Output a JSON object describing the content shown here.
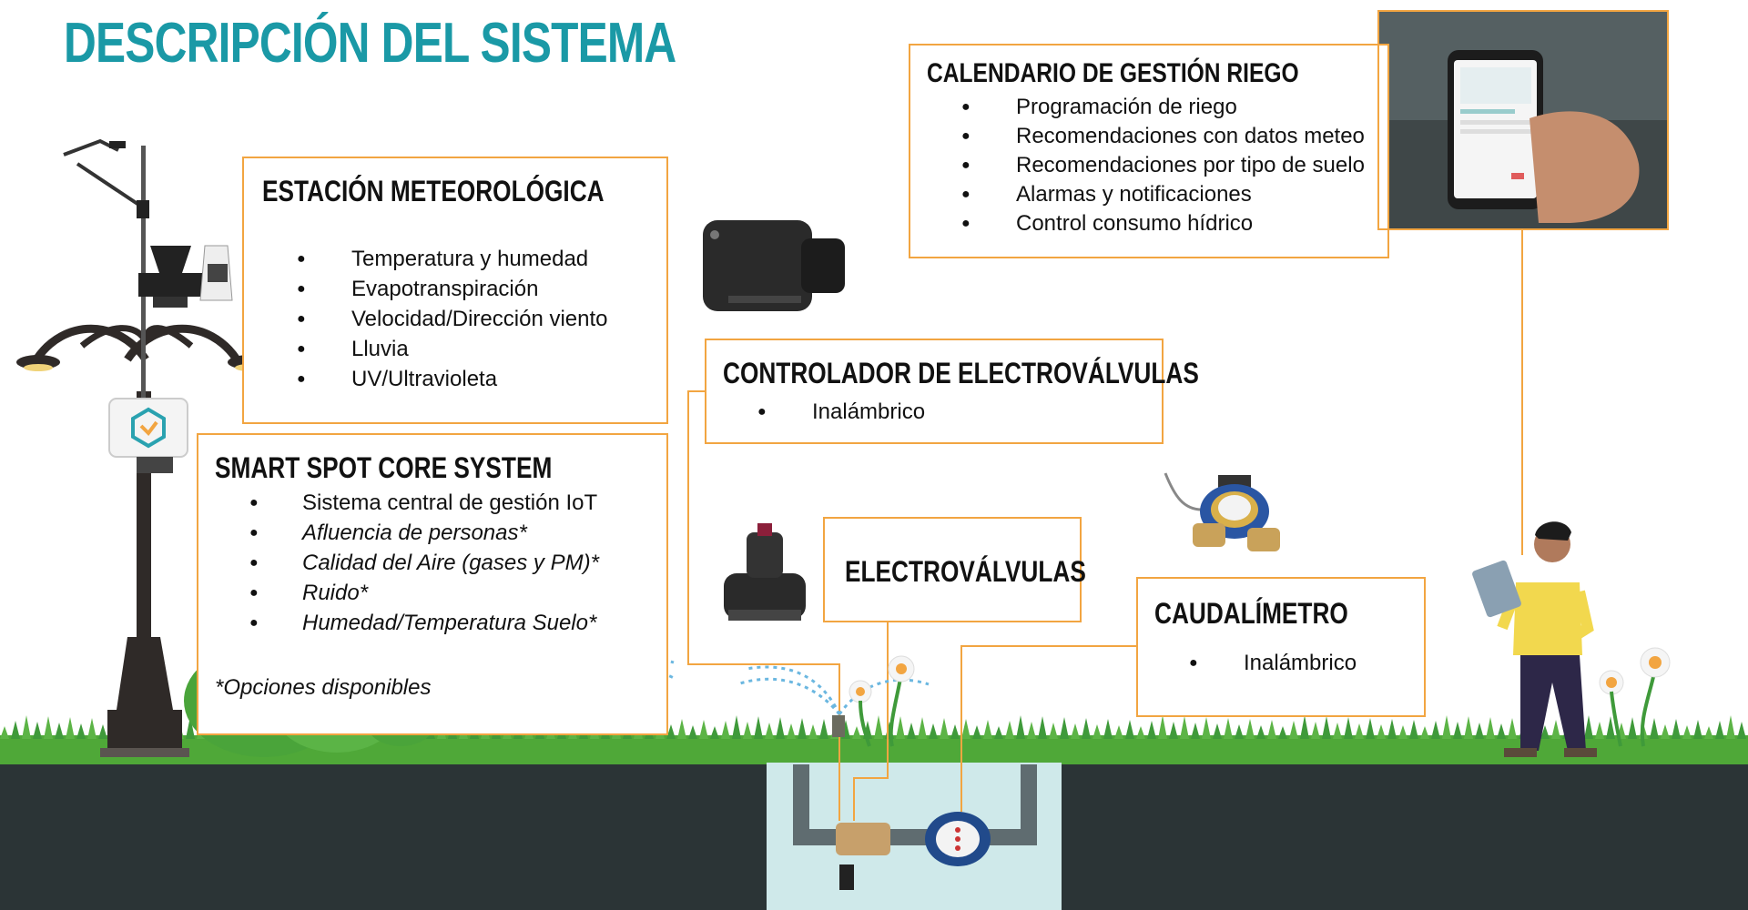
{
  "page_title": "DESCRIPCIÓN DEL SISTEMA",
  "colors": {
    "accent": "#f2a541",
    "title": "#1a99a6",
    "grass": "#4fa838",
    "ground": "#2b3436",
    "water": "#cfe9ea"
  },
  "weather_station": {
    "title": "ESTACIÓN METEOROLÓGICA",
    "items": [
      "Temperatura y humedad",
      "Evapotranspiración",
      "Velocidad/Dirección viento",
      "Lluvia",
      "UV/Ultravioleta"
    ]
  },
  "smart_spot": {
    "title": "SMART SPOT CORE SYSTEM",
    "items": [
      "Sistema central de gestión IoT",
      "Afluencia de personas*",
      "Calidad del Aire (gases y PM)*",
      "Ruido*",
      "Humedad/Temperatura Suelo*"
    ],
    "footnote": "*Opciones disponibles"
  },
  "controller": {
    "title": "CONTROLADOR DE ELECTROVÁLVULAS",
    "items": [
      "Inalámbrico"
    ]
  },
  "valves": {
    "title": "ELECTROVÁLVULAS"
  },
  "flowmeter": {
    "title": "CAUDALÍMETRO",
    "items": [
      "Inalámbrico"
    ]
  },
  "calendar": {
    "title": "CALENDARIO DE GESTIÓN RIEGO",
    "items": [
      "Programación de riego",
      "Recomendaciones con datos meteo",
      "Recomendaciones por tipo de suelo",
      "Alarmas y notificaciones",
      "Control consumo hídrico"
    ]
  },
  "icons": [
    "weather-station-icon",
    "street-lamp-icon",
    "smart-spot-logo-icon",
    "controller-device-icon",
    "electrovalve-icon",
    "water-meter-icon",
    "smartphone-icon",
    "person-with-tablet-icon",
    "sprinkler-icon",
    "flower-icon",
    "bush-icon"
  ]
}
